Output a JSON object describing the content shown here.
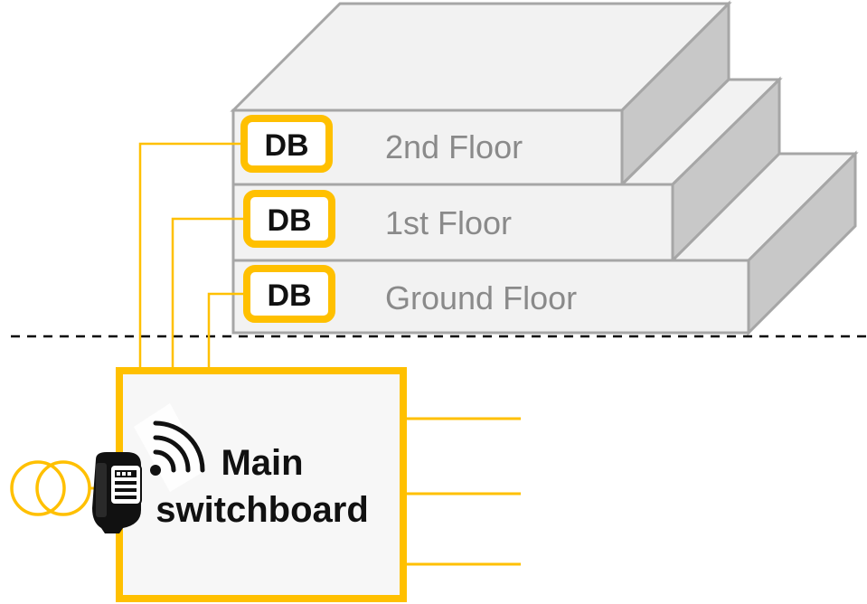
{
  "diagram": {
    "floors": [
      {
        "label": "2nd Floor",
        "db_label": "DB"
      },
      {
        "label": "1st Floor",
        "db_label": "DB"
      },
      {
        "label": "Ground Floor",
        "db_label": "DB"
      }
    ],
    "main_switchboard": {
      "line1": "Main",
      "line2": "switchboard"
    },
    "icons": {
      "transformer": "transformer-icon",
      "meter": "smart-meter-icon",
      "wireless": "wireless-signal-icon"
    },
    "colors": {
      "accent": "#FFC000",
      "building_face": "#F2F2F2",
      "building_side": "#C8C8C8",
      "building_edge": "#A6A6A6",
      "floor_text": "#8A8A8A",
      "ground_line": "#000000"
    }
  }
}
